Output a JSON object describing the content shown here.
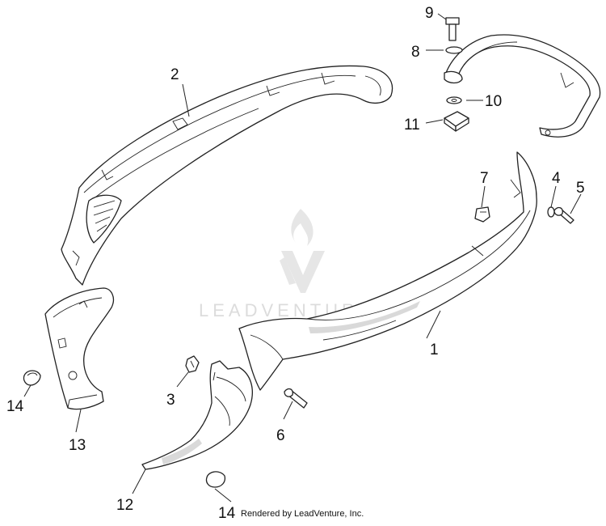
{
  "watermark": "LEADVENTURE",
  "credit": "Rendered by LeadVenture, Inc.",
  "callouts": [
    {
      "id": "c1",
      "label": "1"
    },
    {
      "id": "c2",
      "label": "2"
    },
    {
      "id": "c3",
      "label": "3"
    },
    {
      "id": "c4",
      "label": "4"
    },
    {
      "id": "c5",
      "label": "5"
    },
    {
      "id": "c6",
      "label": "6"
    },
    {
      "id": "c7",
      "label": "7"
    },
    {
      "id": "c8",
      "label": "8"
    },
    {
      "id": "c9",
      "label": "9"
    },
    {
      "id": "c10",
      "label": "10"
    },
    {
      "id": "c11",
      "label": "11"
    },
    {
      "id": "c12",
      "label": "12"
    },
    {
      "id": "c13",
      "label": "13"
    },
    {
      "id": "c14a",
      "label": "14"
    },
    {
      "id": "c14b",
      "label": "14"
    }
  ]
}
